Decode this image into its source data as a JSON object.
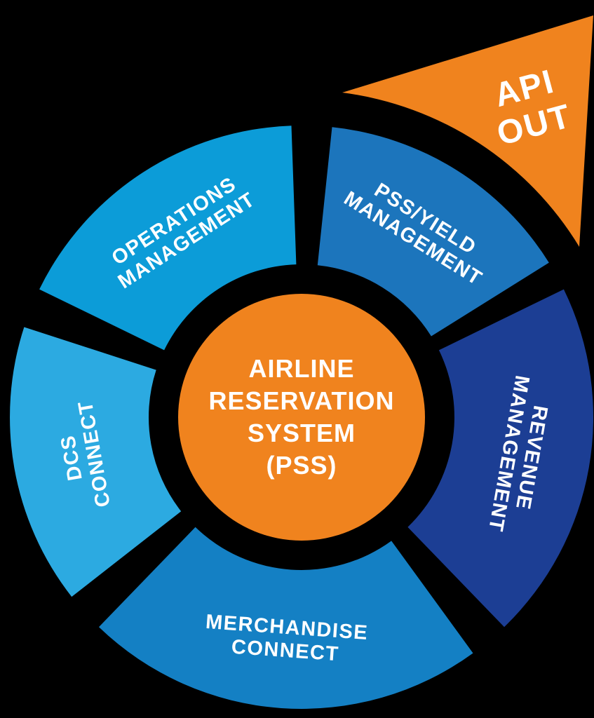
{
  "background_color": "#000000",
  "text_color": "#FFFFFF",
  "center": {
    "color": "#F0831E",
    "label_lines": [
      "AIRLINE",
      "RESERVATION",
      "SYSTEM",
      "(PSS)"
    ]
  },
  "segments": [
    {
      "id": "operations-management",
      "line1": "OPERATIONS",
      "line2": "MANAGEMENT",
      "color": "#0C9CD8"
    },
    {
      "id": "pss-yield-management",
      "line1": "PSS/YIELD",
      "line2": "MANAGEMENT",
      "color": "#1C75BC"
    },
    {
      "id": "revenue-management",
      "line1": "REVENUE",
      "line2": "MANAGEMENT",
      "color": "#1C3E94"
    },
    {
      "id": "merchandise-connect",
      "line1": "MERCHANDISE",
      "line2": "CONNECT",
      "color": "#1480C4"
    },
    {
      "id": "dcs-connect",
      "line1": "DCS",
      "line2": "CONNECT",
      "color": "#2CAAE1"
    }
  ],
  "arrow": {
    "id": "api-out",
    "line1": "API",
    "line2": "OUT",
    "color": "#F0831E"
  }
}
